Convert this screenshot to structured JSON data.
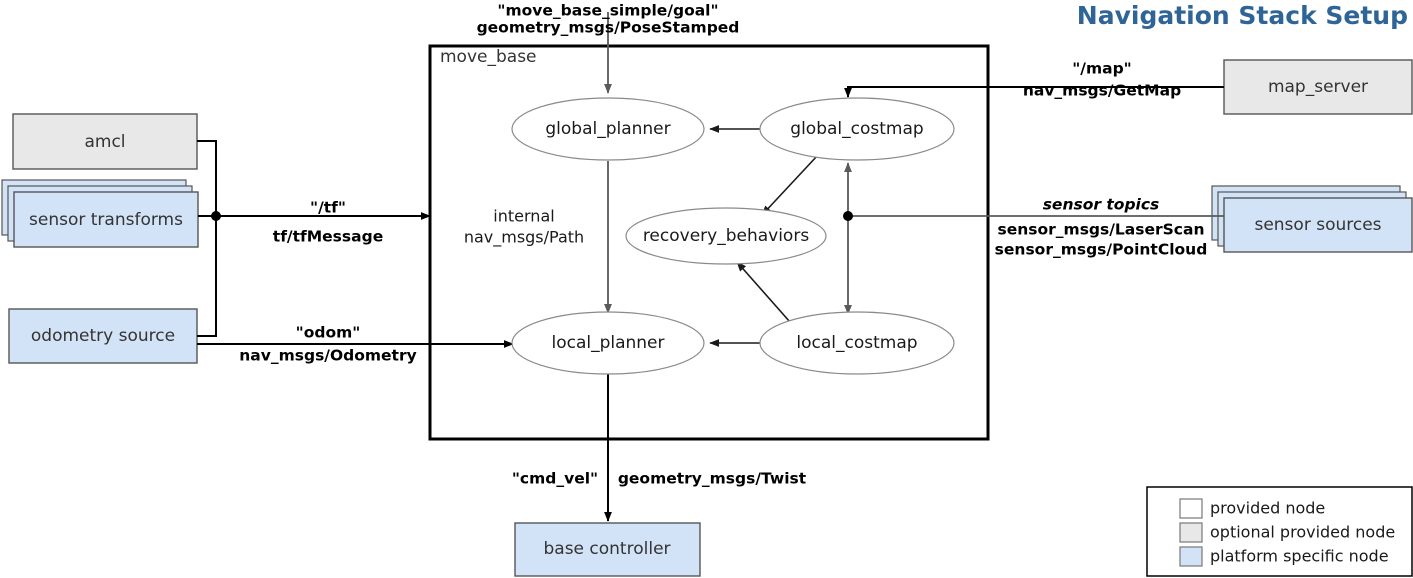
{
  "title": "Navigation Stack Setup",
  "colors": {
    "title": "#2e6496",
    "provided_node": "#ffffff",
    "optional_provided_node": "#e8e8e8",
    "platform_specific_node": "#d3e3f7",
    "edge": "#000000",
    "ellipse_stroke": "#8a8a8a"
  },
  "container": {
    "label": "move_base",
    "internal_label_line1": "internal",
    "internal_label_line2": "nav_msgs/Path"
  },
  "ellipses": [
    {
      "id": "global_planner",
      "label": "global_planner"
    },
    {
      "id": "global_costmap",
      "label": "global_costmap"
    },
    {
      "id": "recovery_behaviors",
      "label": "recovery_behaviors"
    },
    {
      "id": "local_planner",
      "label": "local_planner"
    },
    {
      "id": "local_costmap",
      "label": "local_costmap"
    }
  ],
  "nodes": [
    {
      "id": "amcl",
      "label": "amcl",
      "kind": "optional provided node",
      "stacked": false
    },
    {
      "id": "sensor_transforms",
      "label": "sensor transforms",
      "kind": "platform specific node",
      "stacked": true
    },
    {
      "id": "odometry_source",
      "label": "odometry source",
      "kind": "platform specific node",
      "stacked": false
    },
    {
      "id": "map_server",
      "label": "map_server",
      "kind": "optional provided node",
      "stacked": false
    },
    {
      "id": "sensor_sources",
      "label": "sensor sources",
      "kind": "platform specific node",
      "stacked": true
    },
    {
      "id": "base_controller",
      "label": "base controller",
      "kind": "platform specific node",
      "stacked": false
    }
  ],
  "edges": [
    {
      "id": "goal",
      "topic": "\"move_base_simple/goal\"",
      "type": "geometry_msgs/PoseStamped",
      "target": "move_base"
    },
    {
      "id": "tf",
      "topic": "\"/tf\"",
      "type": "tf/tfMessage",
      "target": "move_base"
    },
    {
      "id": "odom",
      "topic": "\"odom\"",
      "type": "nav_msgs/Odometry",
      "target": "local_planner"
    },
    {
      "id": "map",
      "topic": "\"/map\"",
      "type": "nav_msgs/GetMap",
      "target": "global_costmap"
    },
    {
      "id": "sensors",
      "topic": "sensor topics",
      "type_line1": "sensor_msgs/LaserScan",
      "type_line2": "sensor_msgs/PointCloud",
      "target": "costmaps"
    },
    {
      "id": "cmd_vel",
      "topic": "\"cmd_vel\"",
      "type": "geometry_msgs/Twist",
      "target": "base_controller"
    }
  ],
  "legend": {
    "items": [
      {
        "label": "provided node",
        "color": "#ffffff"
      },
      {
        "label": "optional provided node",
        "color": "#e8e8e8"
      },
      {
        "label": "platform specific node",
        "color": "#d3e3f7"
      }
    ]
  }
}
